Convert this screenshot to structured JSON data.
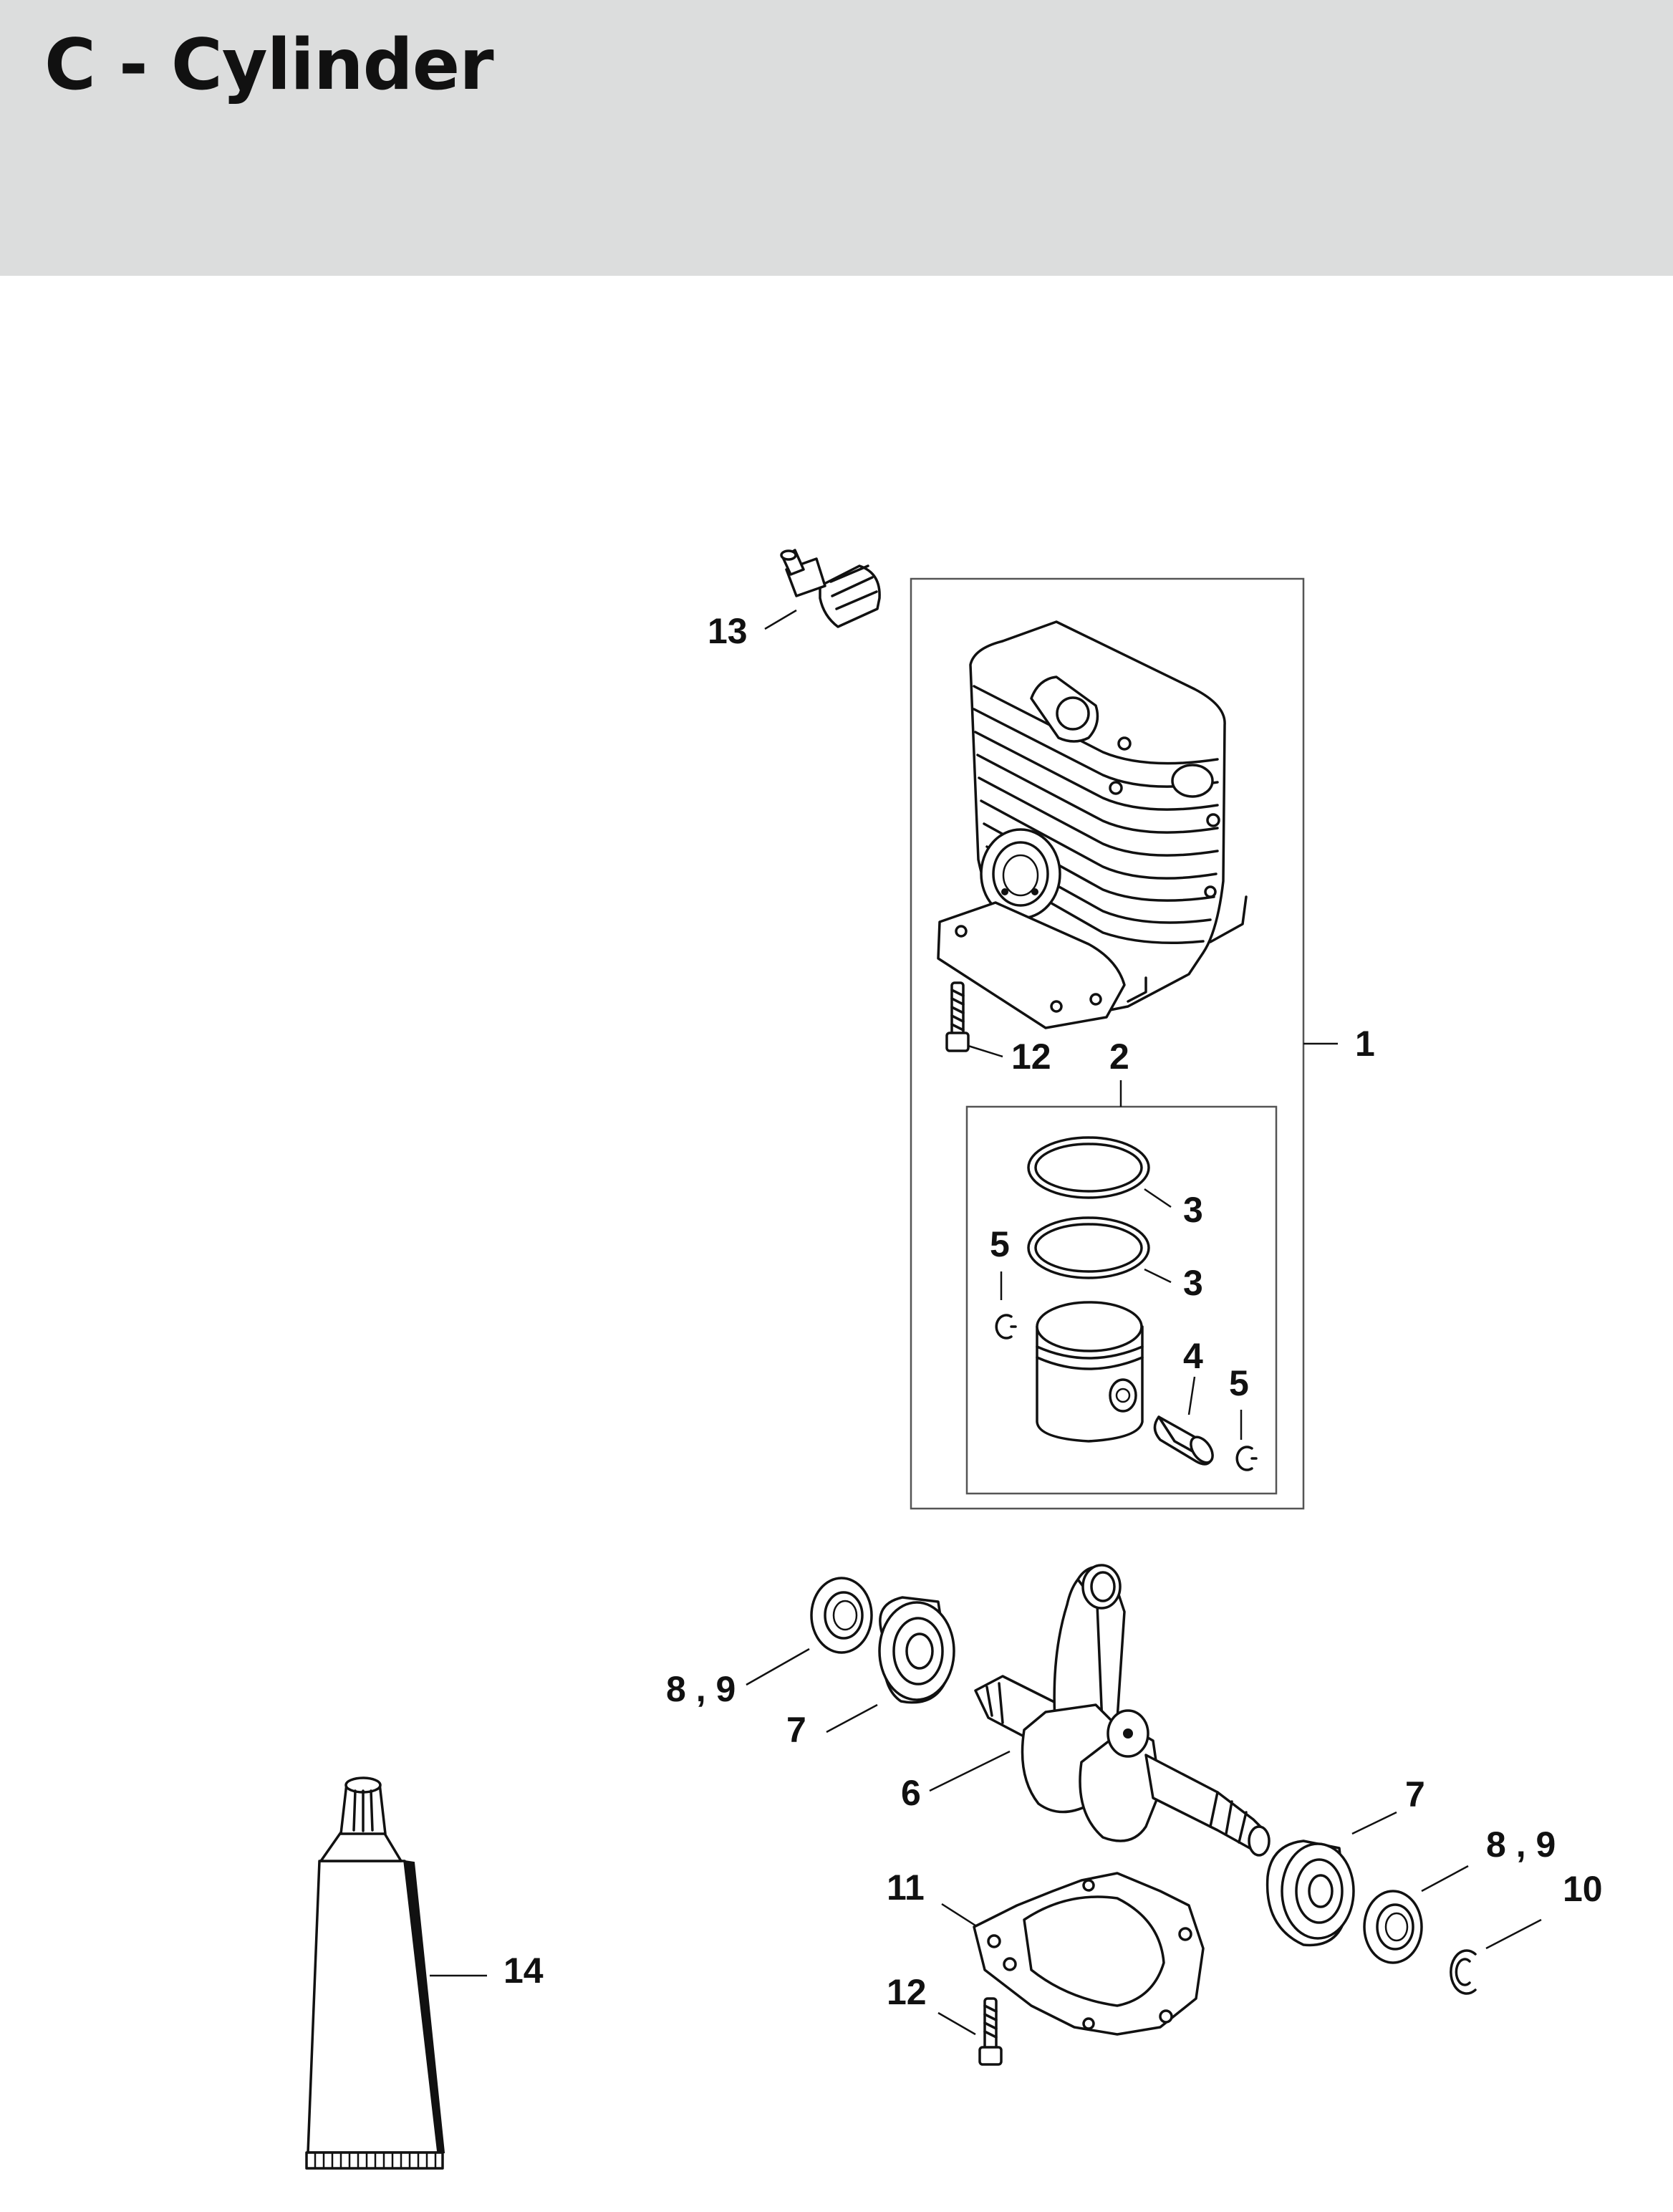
{
  "header": {
    "title": "C - Cylinder",
    "background": "#dcdddd"
  },
  "diagram": {
    "callouts": [
      {
        "id": "13",
        "text": "13"
      },
      {
        "id": "12-top",
        "text": "12"
      },
      {
        "id": "2",
        "text": "2"
      },
      {
        "id": "1",
        "text": "1"
      },
      {
        "id": "3-upper",
        "text": "3"
      },
      {
        "id": "3-lower",
        "text": "3"
      },
      {
        "id": "5-left",
        "text": "5"
      },
      {
        "id": "4",
        "text": "4"
      },
      {
        "id": "5-right",
        "text": "5"
      },
      {
        "id": "8-9-left",
        "text": "8 , 9"
      },
      {
        "id": "7-left",
        "text": "7"
      },
      {
        "id": "6",
        "text": "6"
      },
      {
        "id": "7-right",
        "text": "7"
      },
      {
        "id": "8-9-right",
        "text": "8 , 9"
      },
      {
        "id": "10",
        "text": "10"
      },
      {
        "id": "11",
        "text": "11"
      },
      {
        "id": "12-bottom",
        "text": "12"
      },
      {
        "id": "14",
        "text": "14"
      }
    ]
  }
}
